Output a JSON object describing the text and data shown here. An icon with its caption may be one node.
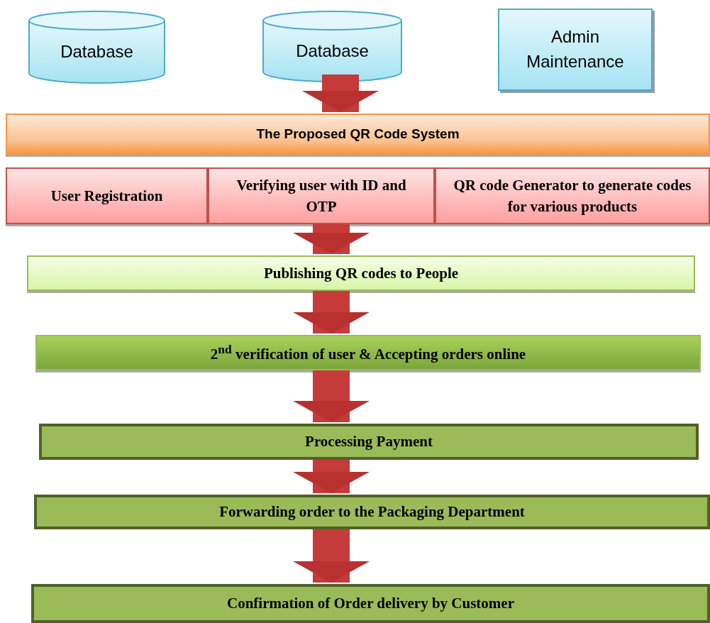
{
  "diagram": {
    "nodes": [
      {
        "text": [
          "Database"
        ]
      },
      {
        "text": [
          "Database"
        ]
      },
      {
        "text": [
          "Admin Maintenance"
        ]
      },
      {
        "text": [
          "The Proposed QR Code System"
        ]
      },
      {
        "text": [
          "User Registration"
        ]
      },
      {
        "text": [
          "Verifying user with ID and OTP"
        ]
      },
      {
        "text": [
          "QR code Generator to generate codes for various products"
        ]
      },
      {
        "text": [
          "Publishing QR codes to People"
        ]
      },
      {
        "text": [
          "2$^{nd}$ verification of user & Accepting orders online"
        ]
      },
      {
        "text": [
          "Processing Payment"
        ]
      },
      {
        "text": [
          "Forwarding order to the Packaging Department"
        ]
      },
      {
        "text": [
          "Confirmation of Order delivery by Customer"
        ]
      }
    ],
    "edges": [
      {
        "from": 1,
        "to": 3,
        "arrow": "to"
      },
      {
        "from": 5,
        "to": 7,
        "arrow": "to"
      },
      {
        "from": 7,
        "to": 8,
        "arrow": "to"
      },
      {
        "from": 8,
        "to": 9,
        "arrow": "to"
      },
      {
        "from": 9,
        "to": 10,
        "arrow": "to"
      },
      {
        "from": 10,
        "to": 11,
        "arrow": "to"
      }
    ]
  }
}
